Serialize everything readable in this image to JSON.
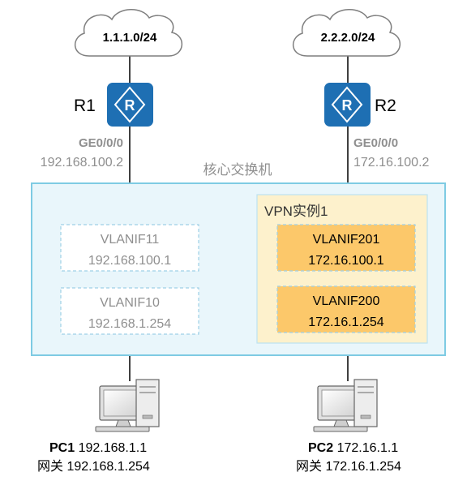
{
  "clouds": {
    "left": "1.1.1.0/24",
    "right": "2.2.2.0/24"
  },
  "routers": {
    "r1": {
      "name": "R1",
      "icon": "router-icon",
      "port": "GE0/0/0",
      "ip": "192.168.100.2"
    },
    "r2": {
      "name": "R2",
      "icon": "router-icon",
      "port": "GE0/0/0",
      "ip": "172.16.100.2"
    }
  },
  "core_switch": {
    "title": "核心交换机",
    "left_interfaces": [
      {
        "name": "VLANIF11",
        "ip": "192.168.100.1"
      },
      {
        "name": "VLANIF10",
        "ip": "192.168.1.254"
      }
    ],
    "vpn": {
      "title": "VPN实例1",
      "interfaces": [
        {
          "name": "VLANIF201",
          "ip": "172.16.100.1"
        },
        {
          "name": "VLANIF200",
          "ip": "172.16.1.254"
        }
      ]
    }
  },
  "pcs": {
    "pc1": {
      "name": "PC1",
      "ip": "192.168.1.1",
      "gw_label": "网关",
      "gateway": "192.168.1.254",
      "icon": "pc-icon"
    },
    "pc2": {
      "name": "PC2",
      "ip": "172.16.1.1",
      "gw_label": "网关",
      "gateway": "172.16.1.254",
      "icon": "pc-icon"
    }
  },
  "colors": {
    "router_fill": "#1e6fb3",
    "switch_border": "#7ecbe3",
    "switch_fill": "#e9f6fb",
    "vpn_fill": "#fdf1cc",
    "vpn_interface_fill": "#fcc86a",
    "left_interface_border": "#9fd0e6",
    "gray_text": "#8f8f8f"
  }
}
